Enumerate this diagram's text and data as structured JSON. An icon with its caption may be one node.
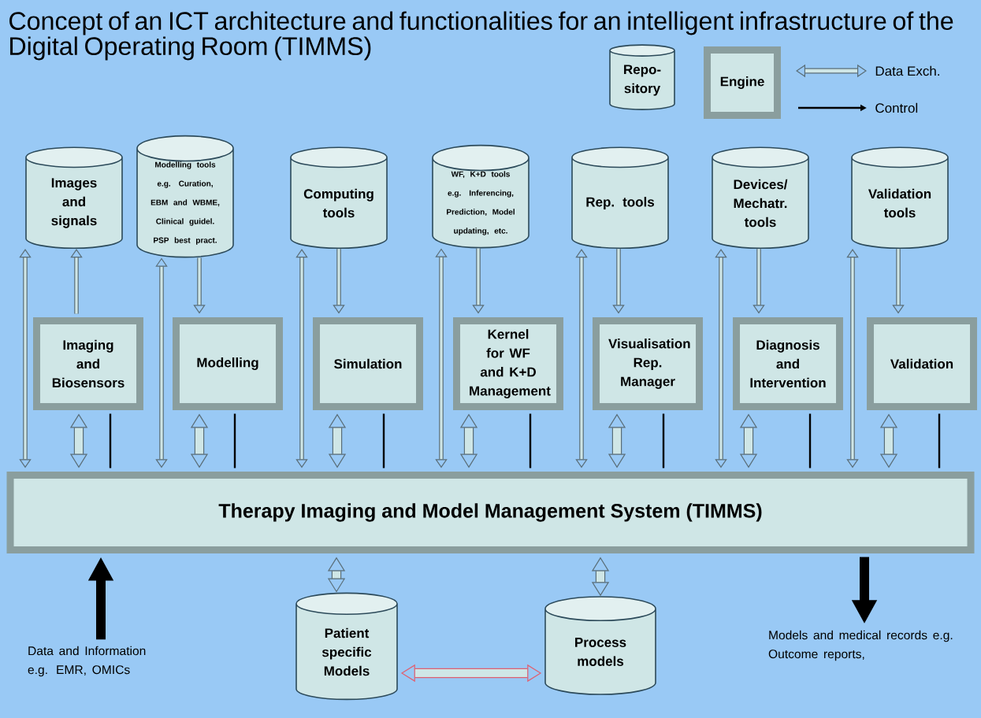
{
  "diagram": {
    "title": "Concept of an ICT architecture and functionalities for an intelligent infrastructure of the Digital Operating Room (TIMMS)",
    "nodes": [
      {
        "text": [
          "Repo- sitory"
        ]
      },
      {
        "text": [
          "Engine"
        ]
      },
      {
        "text": [
          "Images and signals"
        ]
      },
      {
        "text": [
          "Modelling tools e.g. Curation, EBM and WBME, Clinical guidel. PSP best pract."
        ]
      },
      {
        "text": [
          "Computing tools"
        ]
      },
      {
        "text": [
          "WF, K+D tools e.g. Inferencing, Prediction, Model updating, etc."
        ]
      },
      {
        "text": [
          "Rep. tools"
        ]
      },
      {
        "text": [
          "Devices/ Mechatr. tools"
        ]
      },
      {
        "text": [
          "Validation tools"
        ]
      },
      {
        "text": [
          "Imaging and Biosensors"
        ]
      },
      {
        "text": [
          "Modelling"
        ]
      },
      {
        "text": [
          "Simulation"
        ]
      },
      {
        "text": [
          "Kernel for WF and K+D Management"
        ]
      },
      {
        "text": [
          "Visualisation Rep. Manager"
        ]
      },
      {
        "text": [
          "Diagnosis and Intervention"
        ]
      },
      {
        "text": [
          "Validation"
        ]
      },
      {
        "text": [
          "Therapy Imaging and Model Management System (TIMMS)"
        ]
      },
      {
        "text": [
          "Data and Information e.g. EMR, OMICs"
        ]
      },
      {
        "text": [
          "Patient specific Models"
        ]
      },
      {
        "text": [
          "Process models"
        ]
      },
      {
        "text": [
          "Models and medical records e.g. Outcome reports,"
        ]
      }
    ],
    "edges": [
      {
        "from": 2,
        "to": 16,
        "arrow": "both"
      },
      {
        "from": 9,
        "to": 2,
        "arrow": "to"
      },
      {
        "from": 9,
        "to": 16,
        "arrow": "both",
        "style": "thick"
      },
      {
        "from": 9,
        "to": 16,
        "arrow": "none",
        "color": "#000000"
      },
      {
        "from": 3,
        "to": 16,
        "arrow": "both"
      },
      {
        "from": 3,
        "to": 10,
        "arrow": "to"
      },
      {
        "from": 10,
        "to": 16,
        "arrow": "both",
        "style": "thick"
      },
      {
        "from": 10,
        "to": 16,
        "arrow": "none",
        "color": "#000000"
      },
      {
        "from": 4,
        "to": 16,
        "arrow": "both"
      },
      {
        "from": 4,
        "to": 11,
        "arrow": "to"
      },
      {
        "from": 11,
        "to": 16,
        "arrow": "both",
        "style": "thick"
      },
      {
        "from": 11,
        "to": 16,
        "arrow": "none",
        "color": "#000000"
      },
      {
        "from": 5,
        "to": 16,
        "arrow": "both"
      },
      {
        "from": 5,
        "to": 12,
        "arrow": "to"
      },
      {
        "from": 12,
        "to": 16,
        "arrow": "both",
        "style": "thick"
      },
      {
        "from": 12,
        "to": 16,
        "arrow": "none",
        "color": "#000000"
      },
      {
        "from": 6,
        "to": 16,
        "arrow": "both"
      },
      {
        "from": 6,
        "to": 13,
        "arrow": "to"
      },
      {
        "from": 13,
        "to": 16,
        "arrow": "both",
        "style": "thick"
      },
      {
        "from": 13,
        "to": 16,
        "arrow": "none",
        "color": "#000000"
      },
      {
        "from": 7,
        "to": 16,
        "arrow": "both"
      },
      {
        "from": 7,
        "to": 14,
        "arrow": "to"
      },
      {
        "from": 14,
        "to": 16,
        "arrow": "both",
        "style": "thick"
      },
      {
        "from": 14,
        "to": 16,
        "arrow": "none",
        "color": "#000000"
      },
      {
        "from": 8,
        "to": 16,
        "arrow": "both"
      },
      {
        "from": 8,
        "to": 15,
        "arrow": "to"
      },
      {
        "from": 15,
        "to": 16,
        "arrow": "both",
        "style": "thick"
      },
      {
        "from": 15,
        "to": 16,
        "arrow": "none",
        "color": "#000000"
      },
      {
        "from": 16,
        "to": 18,
        "arrow": "both",
        "style": "thick"
      },
      {
        "from": 16,
        "to": 19,
        "arrow": "both",
        "style": "thick"
      },
      {
        "from": 18,
        "to": 19,
        "arrow": "both",
        "style": "thick",
        "color": "#e06070"
      },
      {
        "from": 17,
        "to": 16,
        "arrow": "to",
        "style": "thick",
        "color": "#000000"
      },
      {
        "from": 16,
        "to": 20,
        "arrow": "to",
        "style": "thick",
        "color": "#000000"
      }
    ],
    "legend": [
      {
        "text": "Data Exch."
      },
      {
        "text": "Control"
      }
    ]
  }
}
